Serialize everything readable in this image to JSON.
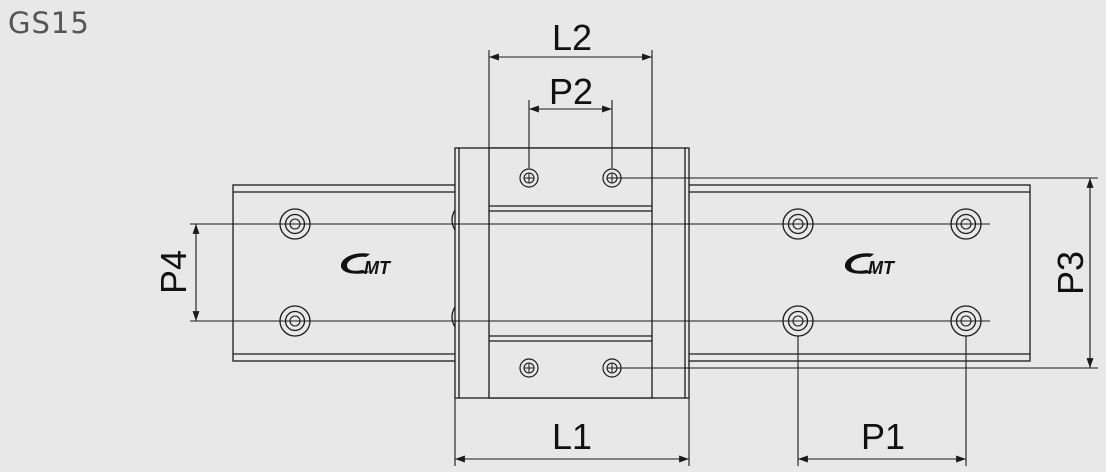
{
  "model": "GS15",
  "dimensions": {
    "L1": "L1",
    "L2": "L2",
    "P1": "P1",
    "P2": "P2",
    "P3": "P3",
    "P4": "P4"
  },
  "logo": {
    "text": "MT",
    "icon": "gmt-logo-icon"
  },
  "colors": {
    "background": "#e8e8e8",
    "line": "#1a1a1a",
    "model_label": "#555555"
  }
}
